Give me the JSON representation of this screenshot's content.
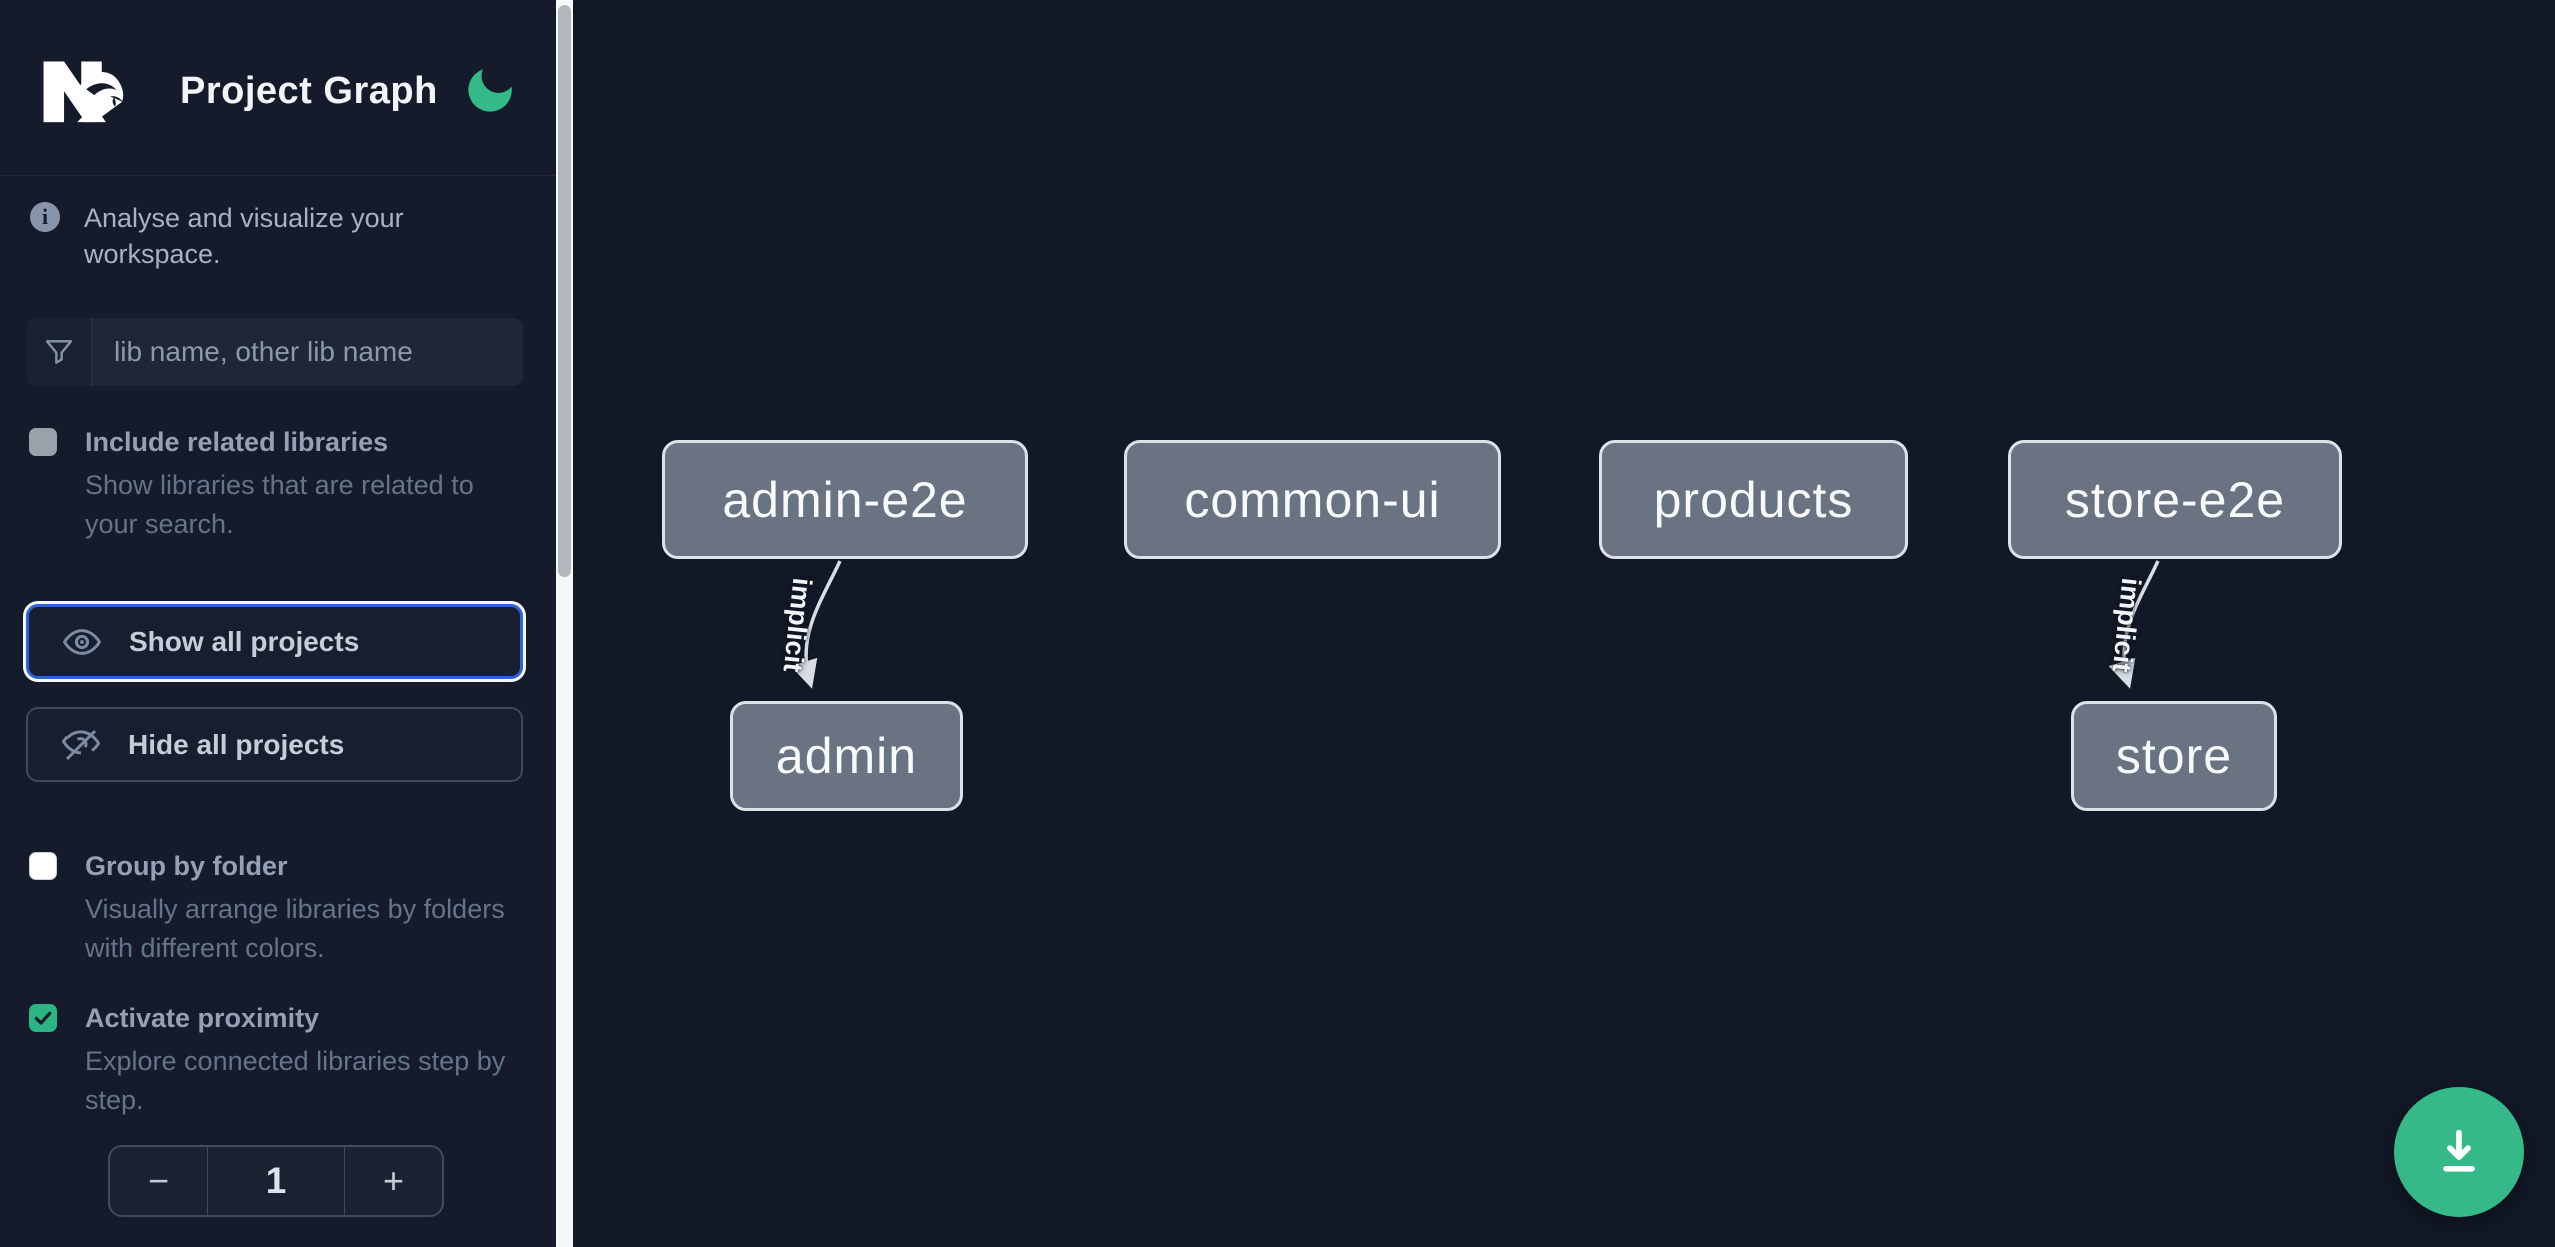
{
  "app": {
    "title": "Project Graph",
    "logo_name": "nx-logo",
    "theme_icon": "moon"
  },
  "sidebar": {
    "info_text": "Analyse and visualize your workspace.",
    "filter": {
      "placeholder": "lib name, other lib name",
      "value": ""
    },
    "options": [
      {
        "label": "Include related libraries",
        "description": "Show libraries that are related to your search.",
        "checked": false
      },
      {
        "label": "Group by folder",
        "description": "Visually arrange libraries by folders with different colors.",
        "checked": false
      },
      {
        "label": "Activate proximity",
        "description": "Explore connected libraries step by step.",
        "checked": true
      }
    ],
    "buttons": [
      {
        "label": "Show all projects",
        "focused": true
      },
      {
        "label": "Hide all projects",
        "focused": false
      }
    ],
    "stepper": {
      "decrement": "−",
      "value": "1",
      "increment": "+"
    }
  },
  "graph": {
    "nodes": [
      {
        "label": "admin-e2e"
      },
      {
        "label": "common-ui"
      },
      {
        "label": "products"
      },
      {
        "label": "store-e2e"
      },
      {
        "label": "admin"
      },
      {
        "label": "store"
      }
    ],
    "edges": [
      {
        "from": "admin-e2e",
        "to": "admin",
        "label": "implicit"
      },
      {
        "from": "store-e2e",
        "to": "store",
        "label": "implicit"
      }
    ]
  },
  "fab": {
    "icon": "download"
  },
  "colors": {
    "accent_green": "#2bb583",
    "focus_blue": "#2b63d9",
    "node_fill": "#6a7382",
    "sidebar_bg": "#151b2a",
    "canvas_bg": "#121826"
  }
}
